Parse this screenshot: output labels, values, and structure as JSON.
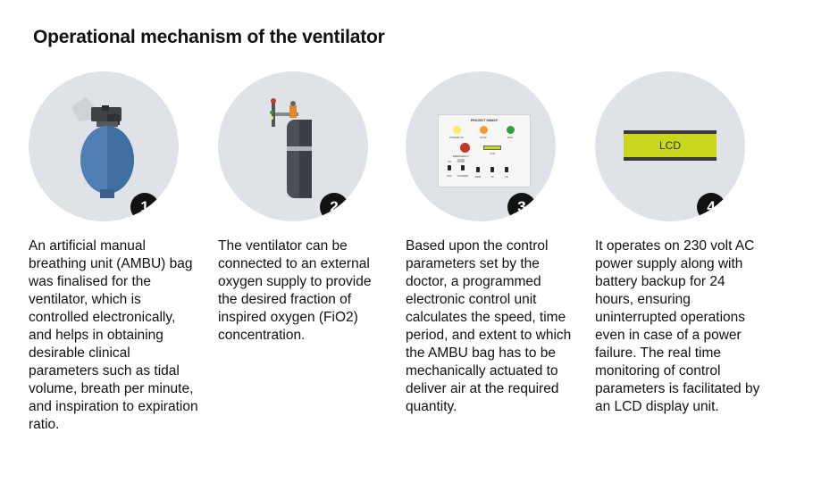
{
  "title": "Operational mechanism of the ventilator",
  "steps": [
    {
      "number": "1",
      "icon": "ambu-bag-icon",
      "text": "An artificial manual breathing unit (AMBU) bag was finalised for the ventilator, which is controlled electronically, and helps in obtaining desirable clinical parameters such as tidal volume, breath per minute, and inspiration to expiration ratio."
    },
    {
      "number": "2",
      "icon": "oxygen-cylinder-icon",
      "text": "The ventilator can be connected to an external oxygen supply to provide the desired fraction of inspired oxygen (FiO2) concentration."
    },
    {
      "number": "3",
      "icon": "control-panel-icon",
      "panel_title": "PROJECT SWASY",
      "panel_labels": [
        "POWER ON",
        "STOP",
        "RUN",
        "EMERGENCY STOP",
        "LCD",
        "ON",
        "START",
        "OFF",
        "STANDBY",
        "BPM",
        "TV",
        "I:E"
      ],
      "text": "Based upon the control parameters set by the doctor, a programmed electronic control unit calculates the speed, time period, and extent to which the AMBU bag has to be mechanically actuated to deliver air at the required quantity."
    },
    {
      "number": "4",
      "icon": "lcd-display-icon",
      "lcd_label": "LCD",
      "text": "It operates on 230 volt AC power supply along with battery backup for 24 hours, ensuring uninterrupted operations even in case of a power failure. The real time monitoring of control parameters is facilitated by an LCD display unit."
    }
  ],
  "colors": {
    "circle_bg": "#dfe3e7",
    "badge_bg": "#111111",
    "ambu_blue": "#4f7fb3",
    "cylinder_gray": "#4a4f55",
    "lcd_green": "#c9d81e",
    "led_yellow": "#f4ee66",
    "led_orange": "#f29a2e",
    "led_green": "#2e9e3e",
    "led_red": "#c0392b"
  }
}
